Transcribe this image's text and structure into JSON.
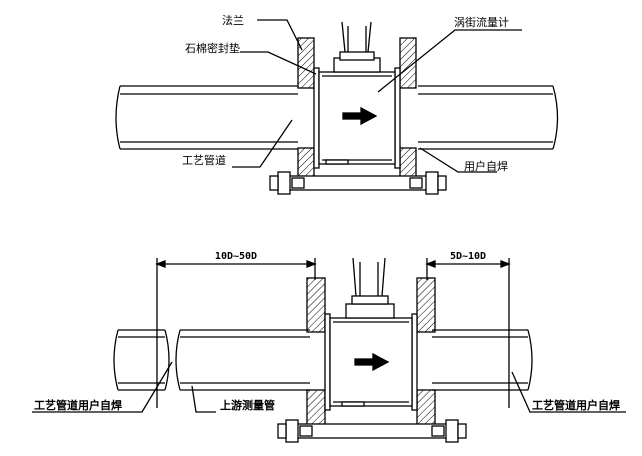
{
  "top_diagram": {
    "labels": {
      "flange": "法兰",
      "gasket": "石棉密封垫",
      "flowmeter": "涡街流量计",
      "process_pipe": "工艺管道",
      "weld": "用户自焊"
    }
  },
  "bottom_diagram": {
    "dims": {
      "upstream": "10D~50D",
      "downstream": "5D~10D"
    },
    "labels": {
      "left_weld": "工艺管道用户自焊",
      "upstream_pipe": "上游测量管",
      "right_weld": "工艺管道用户自焊"
    }
  },
  "colors": {
    "line": "#000000",
    "hatch": "#000000",
    "background": "#ffffff"
  }
}
